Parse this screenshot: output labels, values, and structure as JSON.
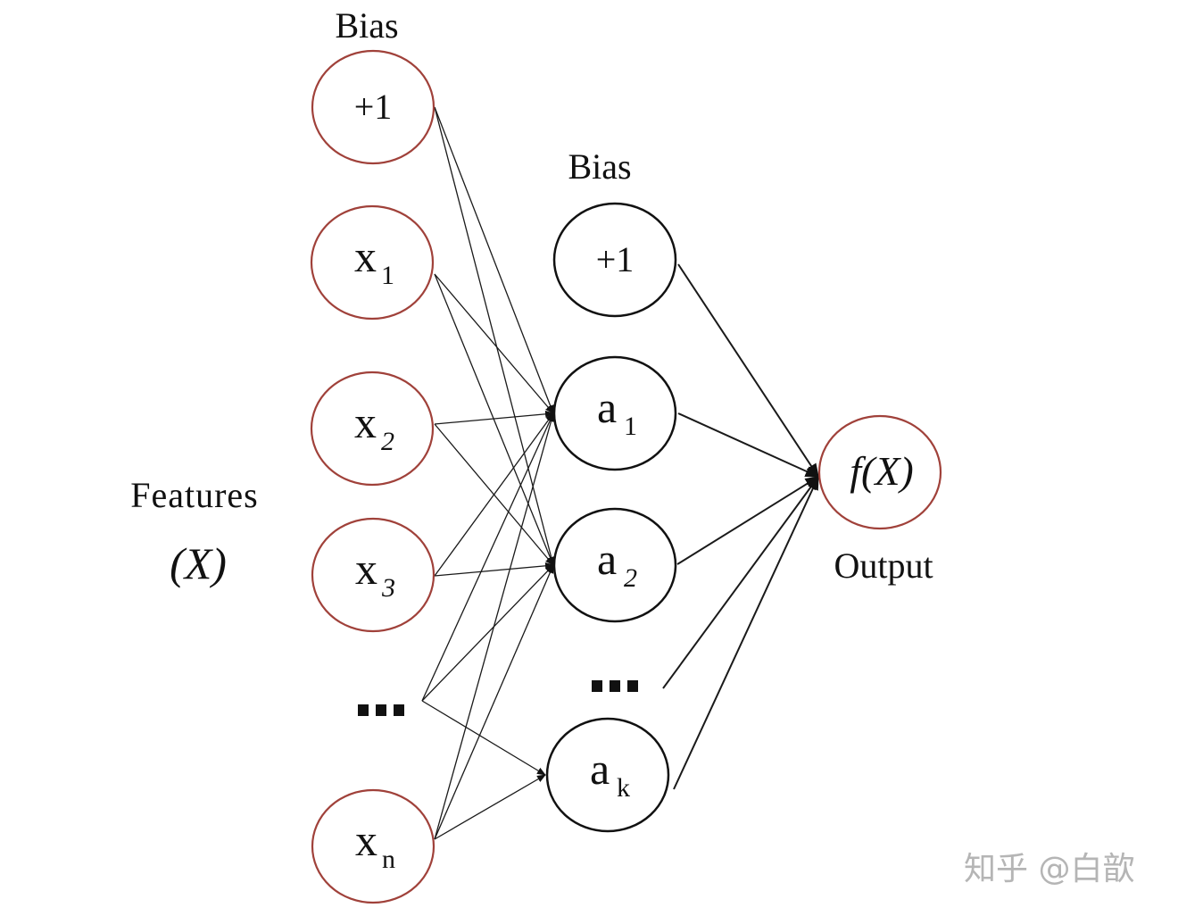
{
  "colors": {
    "input_node_stroke": "#a0413a",
    "hidden_node_stroke": "#111111",
    "output_node_stroke": "#a0413a",
    "edge": "#1a1a1a",
    "watermark": "#b5b5b5"
  },
  "labels": {
    "input_bias": "Bias",
    "hidden_bias": "Bias",
    "features_title": "Features",
    "features_symbol": "(X)",
    "output": "Output",
    "watermark": "知乎 @白歆"
  },
  "input_layer": {
    "nodes": [
      {
        "id": "in_bias",
        "main": "+1",
        "sub": ""
      },
      {
        "id": "x1",
        "main": "x",
        "sub": "1"
      },
      {
        "id": "x2",
        "main": "x",
        "sub": "2"
      },
      {
        "id": "x3",
        "main": "x",
        "sub": "3"
      },
      {
        "id": "in_dots",
        "ellipsis": "..."
      },
      {
        "id": "xn",
        "main": "x",
        "sub": "n"
      }
    ]
  },
  "hidden_layer": {
    "nodes": [
      {
        "id": "h_bias",
        "main": "+1",
        "sub": ""
      },
      {
        "id": "a1",
        "main": "a",
        "sub": "1"
      },
      {
        "id": "a2",
        "main": "a",
        "sub": "2"
      },
      {
        "id": "h_dots",
        "ellipsis": "..."
      },
      {
        "id": "ak",
        "main": "a",
        "sub": "k"
      }
    ]
  },
  "output_layer": {
    "nodes": [
      {
        "id": "out",
        "main": "f(X)"
      }
    ]
  },
  "edges": [
    [
      "in_bias",
      "a1"
    ],
    [
      "in_bias",
      "a2"
    ],
    [
      "x1",
      "a1"
    ],
    [
      "x1",
      "a2"
    ],
    [
      "x2",
      "a1"
    ],
    [
      "x2",
      "a2"
    ],
    [
      "x3",
      "a1"
    ],
    [
      "x3",
      "a2"
    ],
    [
      "in_dots",
      "a1"
    ],
    [
      "in_dots",
      "a2"
    ],
    [
      "in_dots",
      "ak"
    ],
    [
      "xn",
      "a1"
    ],
    [
      "xn",
      "a2"
    ],
    [
      "xn",
      "ak"
    ],
    [
      "h_bias",
      "out"
    ],
    [
      "a1",
      "out"
    ],
    [
      "a2",
      "out"
    ],
    [
      "h_dots",
      "out"
    ],
    [
      "ak",
      "out"
    ]
  ]
}
